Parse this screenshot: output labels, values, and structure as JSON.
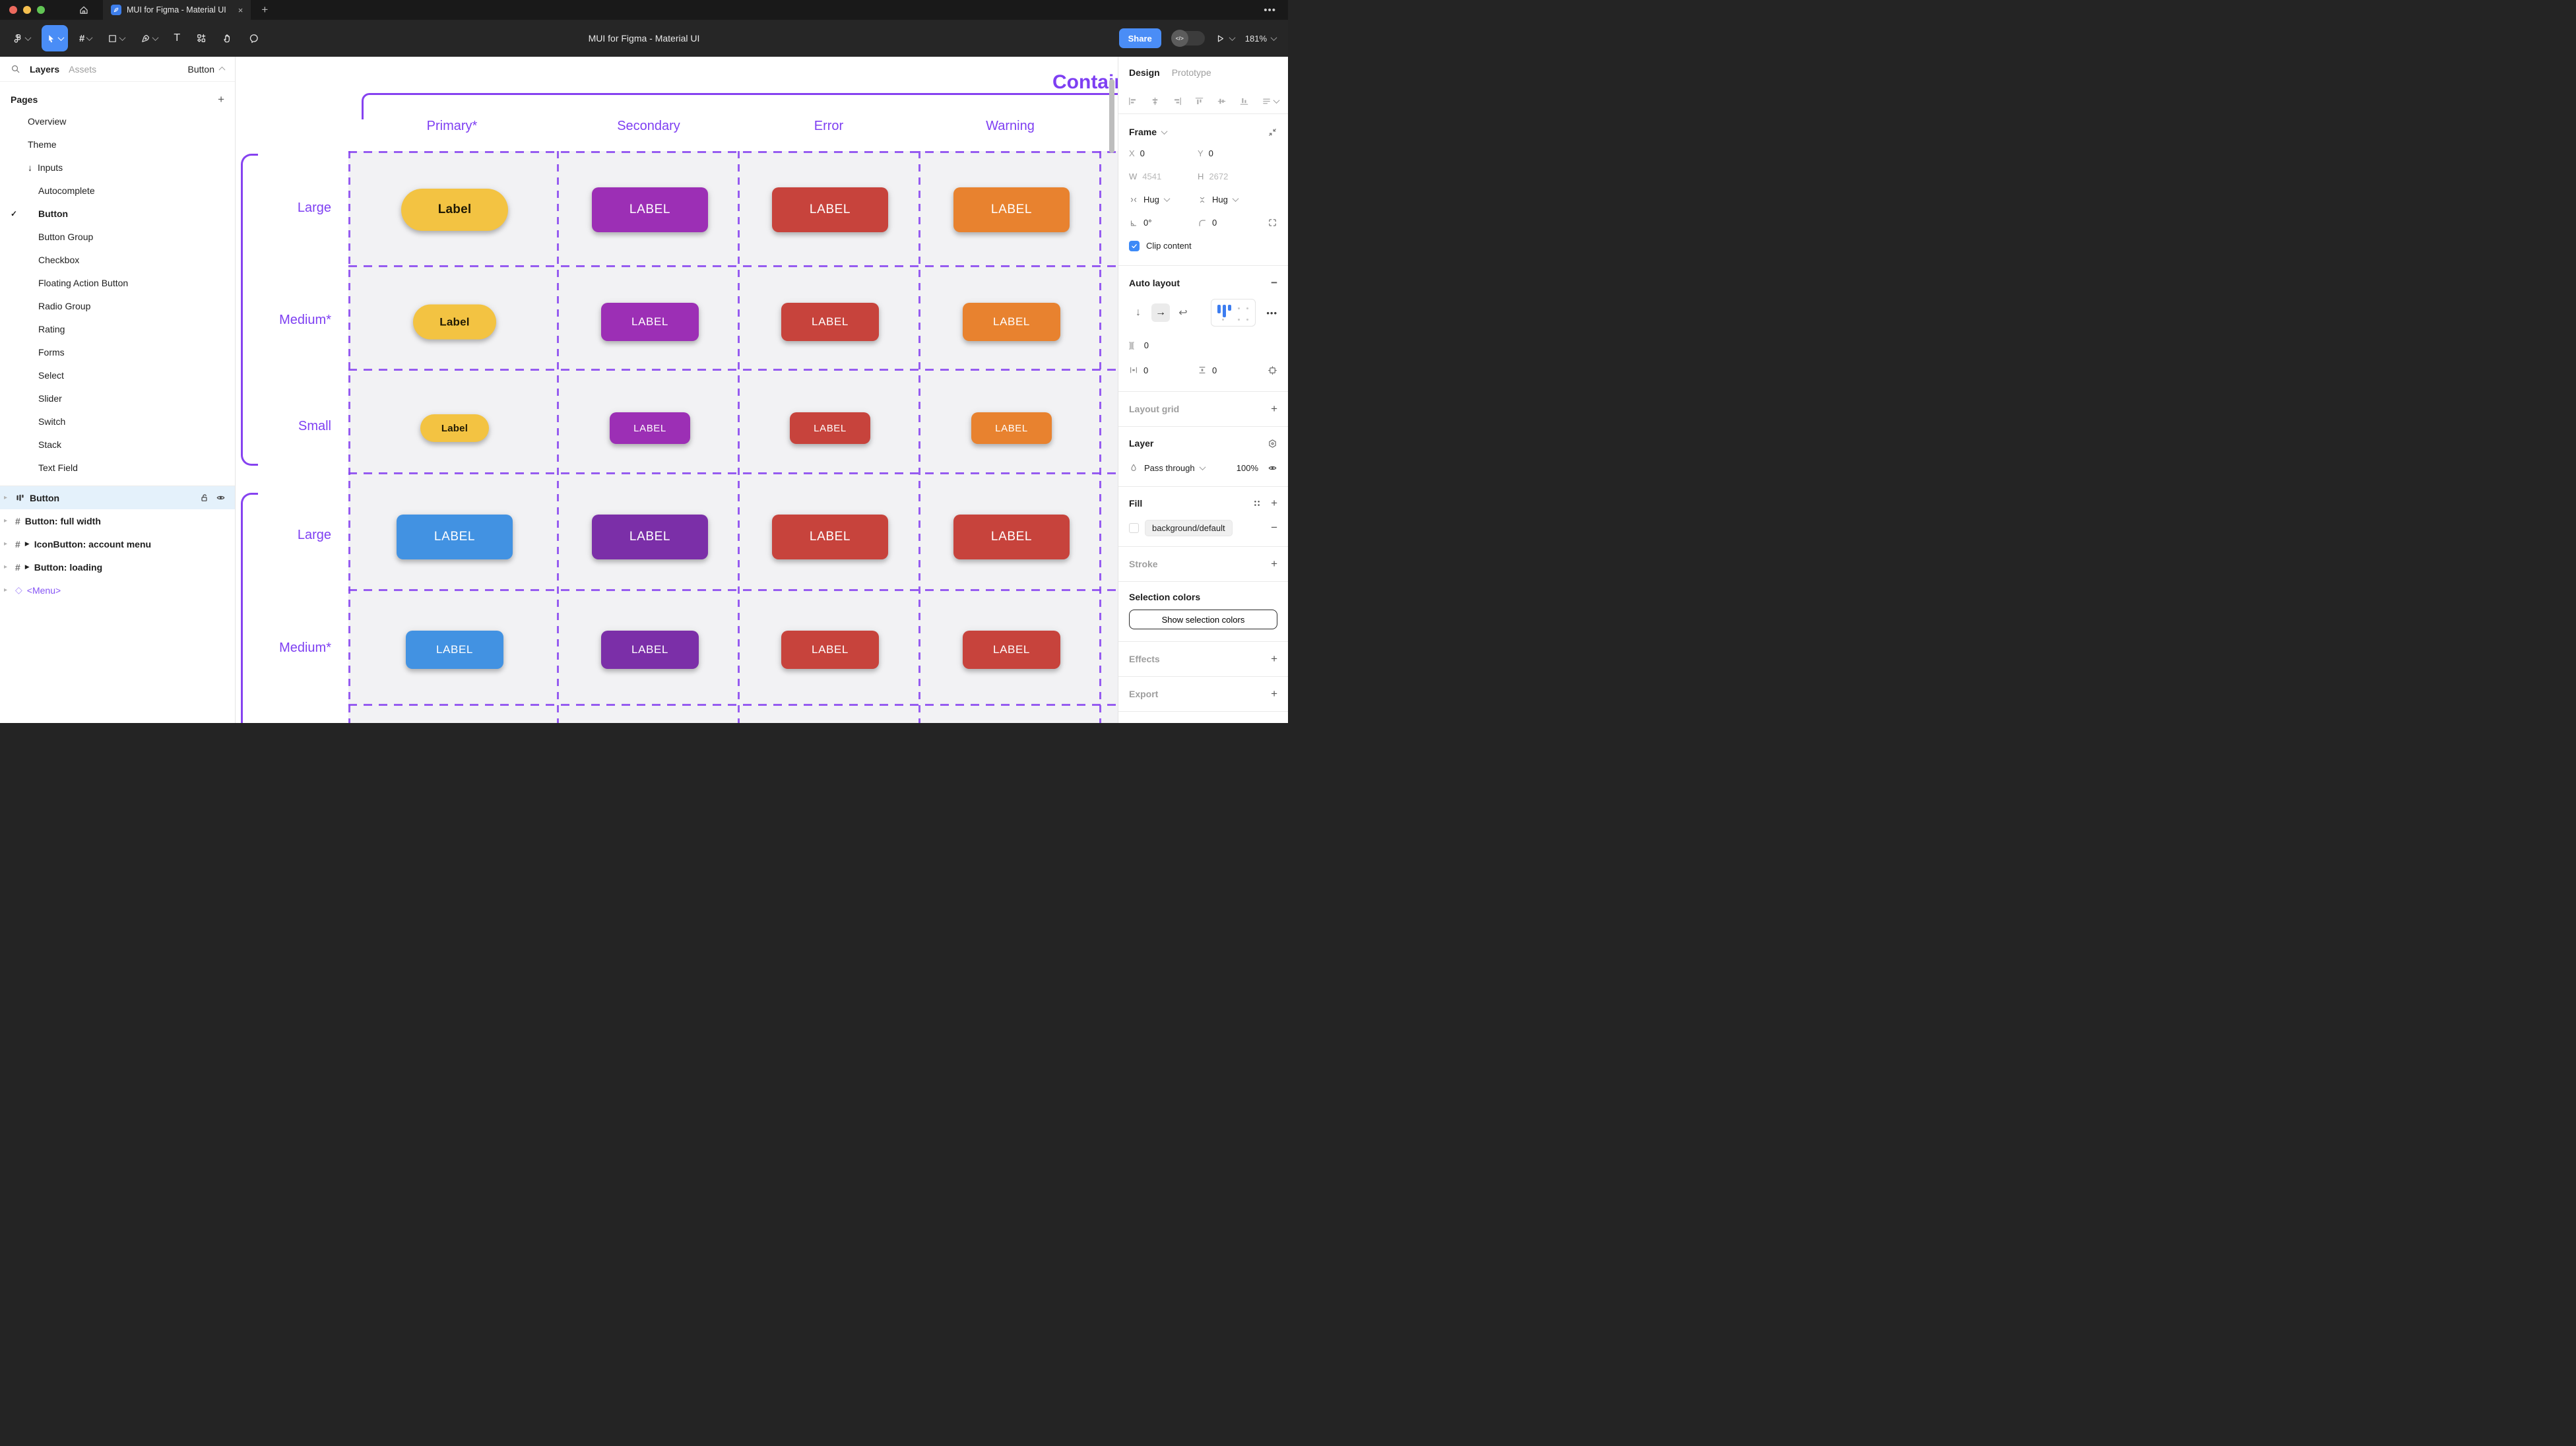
{
  "window": {
    "tab_title": "MUI for Figma - Material UI",
    "close_glyph": "×",
    "new_tab_glyph": "+",
    "more_glyph": "•••"
  },
  "toolbar": {
    "document_title": "MUI for Figma - Material UI",
    "share_label": "Share",
    "dev_toggle_glyph": "</>",
    "zoom_level": "181%",
    "frame_tool_glyph": "#",
    "text_tool_glyph": "T"
  },
  "sidebar": {
    "tabs": {
      "layers": "Layers",
      "assets": "Assets"
    },
    "page_picker": {
      "label": "Button"
    },
    "pages": {
      "header": "Pages",
      "items": [
        {
          "label": "Overview",
          "level": 1
        },
        {
          "label": "Theme",
          "level": 1
        },
        {
          "label": "Inputs",
          "level": 1,
          "prefix": "↓"
        },
        {
          "label": "Autocomplete",
          "level": 2
        },
        {
          "label": "Button",
          "level": 2,
          "active": true,
          "check": "✓"
        },
        {
          "label": "Button Group",
          "level": 2
        },
        {
          "label": "Checkbox",
          "level": 2
        },
        {
          "label": "Floating Action Button",
          "level": 2
        },
        {
          "label": "Radio Group",
          "level": 2
        },
        {
          "label": "Rating",
          "level": 2
        },
        {
          "label": "Forms",
          "level": 2
        },
        {
          "label": "Select",
          "level": 2
        },
        {
          "label": "Slider",
          "level": 2
        },
        {
          "label": "Switch",
          "level": 2
        },
        {
          "label": "Stack",
          "level": 2
        },
        {
          "label": "Text Field",
          "level": 2
        }
      ]
    },
    "layers": [
      {
        "name": "Button",
        "icon": "auto-layout",
        "selected": true
      },
      {
        "name": "Button: full width",
        "icon": "frame"
      },
      {
        "name": "IconButton: account menu",
        "icon": "frame",
        "prefix": "▶"
      },
      {
        "name": "Button: loading",
        "icon": "frame",
        "prefix": "▶"
      },
      {
        "name": "<Menu>",
        "icon": "component-instance"
      }
    ]
  },
  "canvas": {
    "frame_title": "Contained",
    "columns": [
      "Primary*",
      "Secondary",
      "Error",
      "Warning"
    ],
    "rows": [
      "Large",
      "Medium*",
      "Small",
      "Large",
      "Medium*"
    ],
    "grid": [
      {
        "size": "lg",
        "cells": [
          {
            "label": "Label",
            "color": "primary",
            "pill": true
          },
          {
            "label": "LABEL",
            "color": "secondary"
          },
          {
            "label": "LABEL",
            "color": "error"
          },
          {
            "label": "LABEL",
            "color": "warning"
          }
        ]
      },
      {
        "size": "md",
        "cells": [
          {
            "label": "Label",
            "color": "primary",
            "pill": true
          },
          {
            "label": "LABEL",
            "color": "secondary"
          },
          {
            "label": "LABEL",
            "color": "error"
          },
          {
            "label": "LABEL",
            "color": "warning"
          }
        ]
      },
      {
        "size": "sm",
        "cells": [
          {
            "label": "Label",
            "color": "primary",
            "pill": true
          },
          {
            "label": "LABEL",
            "color": "secondary"
          },
          {
            "label": "LABEL",
            "color": "error"
          },
          {
            "label": "LABEL",
            "color": "warning"
          }
        ]
      },
      {
        "size": "lg",
        "cells": [
          {
            "label": "LABEL",
            "color": "info"
          },
          {
            "label": "LABEL",
            "color": "secondary_dark"
          },
          {
            "label": "LABEL",
            "color": "error"
          },
          {
            "label": "LABEL",
            "color": "error"
          }
        ]
      },
      {
        "size": "md",
        "cells": [
          {
            "label": "LABEL",
            "color": "info"
          },
          {
            "label": "LABEL",
            "color": "secondary_dark"
          },
          {
            "label": "LABEL",
            "color": "error"
          },
          {
            "label": "LABEL",
            "color": "error"
          }
        ]
      }
    ],
    "colors": {
      "primary": "#F3C342",
      "primary_text": "#211A04",
      "secondary": "#9C2FB5",
      "secondary_dark": "#7B2FA8",
      "error": "#C7433C",
      "warning": "#E8822F",
      "info": "#4292E2",
      "button_text": "#FFFFFF",
      "annotation_purple": "#8642F0",
      "frame_background": "#F2F2F4"
    }
  },
  "panel": {
    "tabs": {
      "design": "Design",
      "prototype": "Prototype"
    },
    "frame": {
      "header": "Frame",
      "x_label": "X",
      "x_value": "0",
      "y_label": "Y",
      "y_value": "0",
      "w_label": "W",
      "w_value": "4541",
      "h_label": "H",
      "h_value": "2672",
      "horizontal_resizing": "Hug",
      "vertical_resizing": "Hug",
      "rotation": "0°",
      "corner_radius": "0",
      "clip_label": "Clip content",
      "clip_checked": true
    },
    "auto_layout": {
      "header": "Auto layout",
      "gap": "0",
      "padding_horizontal": "0",
      "padding_vertical": "0",
      "gap_glyph": "]|["
    },
    "layout_grid": {
      "header": "Layout grid"
    },
    "layer": {
      "header": "Layer",
      "blend_mode": "Pass through",
      "opacity": "100%"
    },
    "fill": {
      "header": "Fill",
      "style_name": "background/default"
    },
    "stroke": {
      "header": "Stroke"
    },
    "selection_colors": {
      "header": "Selection colors",
      "button_label": "Show selection colors"
    },
    "effects": {
      "header": "Effects"
    },
    "export": {
      "header": "Export"
    }
  },
  "ui_colors": {
    "accent_blue": "#4A8DF6",
    "selected_row": "#E4F1FB",
    "component_purple": "#8655F5",
    "dark_chrome": "#262626"
  }
}
